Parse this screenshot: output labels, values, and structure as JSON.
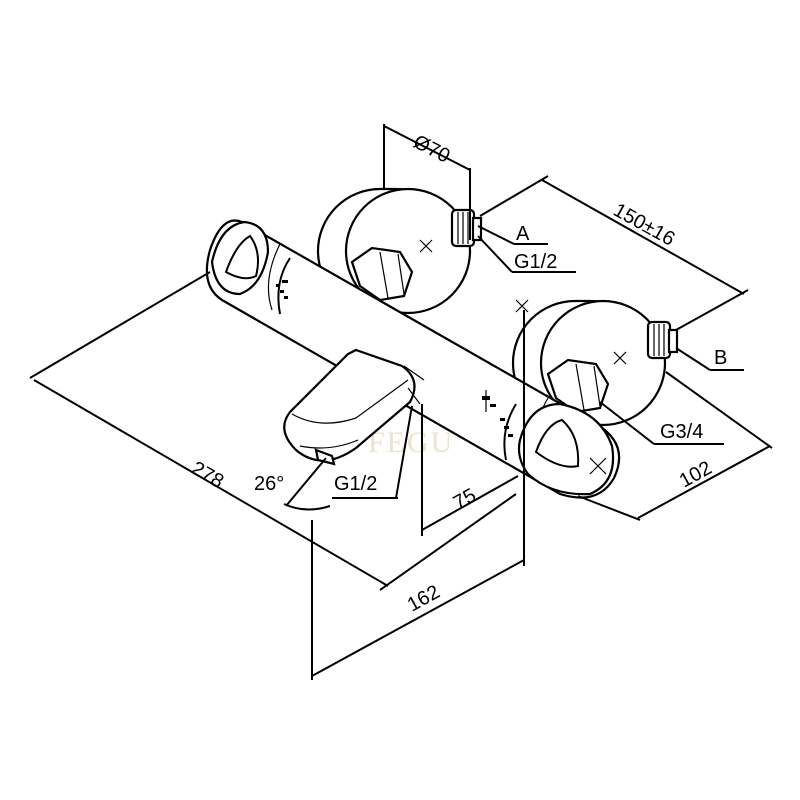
{
  "diagram": {
    "dimensions": {
      "d70": "Ø70",
      "d150": "150±16",
      "d278": "278",
      "d162": "162",
      "d75": "75",
      "d102": "102",
      "angle": "26°"
    },
    "labels": {
      "inlet_a": "A",
      "inlet_b": "B",
      "thread_g12_top": "G1/2",
      "thread_g34": "G3/4",
      "thread_g12_spout": "G1/2"
    },
    "watermark": "FEGU"
  }
}
